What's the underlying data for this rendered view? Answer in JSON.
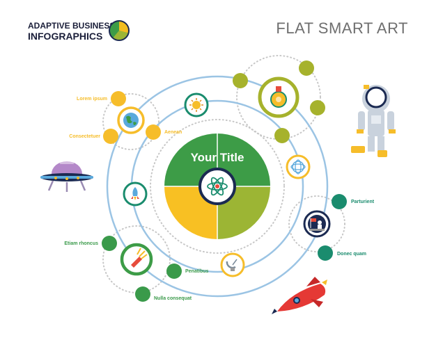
{
  "header": {
    "brand_line1": "ADAPTIVE BUSINESS",
    "brand_line2": "INFOGRAPHICS",
    "title": "FLAT SMART ART"
  },
  "center": {
    "title": "Your Title",
    "icon": "atom-icon"
  },
  "labels": {
    "lorem_ipsum": "Lorem ipsum",
    "consectetuer": "Consectetuer",
    "aenean": "Aenean",
    "parturient": "Parturient",
    "donec_quam": "Donec quam",
    "etiam_rhoncus": "Etiam rhoncus",
    "penatibus": "Penatibus",
    "nulla_consequat": "Nulla consequat"
  },
  "icons": {
    "planet": "earth-icon",
    "sun": "sun-icon",
    "medal": "medal-icon",
    "molecule": "molecule-icon",
    "rocket": "small-rocket-icon",
    "astronaut_flag": "moon-landing-icon",
    "satellite": "satellite-dish-icon",
    "comet": "comet-icon",
    "ufo": "ufo-icon",
    "astronaut": "astronaut-icon",
    "rocket_large": "rocket-icon"
  },
  "colors": {
    "orange": "#f6bd2a",
    "green": "#3a9a4a",
    "olive": "#a6b22c",
    "teal": "#1a8c6e",
    "navy": "#1b2a52",
    "ring_blue": "#9bc4e4",
    "gold_quadrant": "#f8c023",
    "dark_green_quadrant": "#3d9c47",
    "olive_quadrant": "#9cb534"
  }
}
